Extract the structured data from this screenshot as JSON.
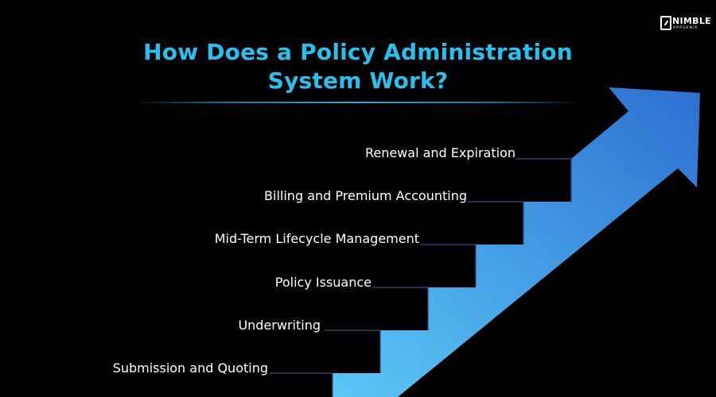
{
  "title": {
    "line1": "How Does a Policy Administration",
    "line2": "System Work?"
  },
  "steps": [
    {
      "label": "Submission and Quoting"
    },
    {
      "label": "Underwriting"
    },
    {
      "label": "Policy Issuance"
    },
    {
      "label": "Mid-Term Lifecycle Management"
    },
    {
      "label": "Billing and Premium Accounting"
    },
    {
      "label": "Renewal and Expiration"
    }
  ],
  "logo": {
    "word": "NIMBLE",
    "sub": "APPGENIE"
  },
  "colors": {
    "background": "#000000",
    "title": "#25c2f0",
    "arrow_start": "#5bc8f5",
    "arrow_end": "#2d6fd1",
    "step_line": "#2d4f8a"
  }
}
